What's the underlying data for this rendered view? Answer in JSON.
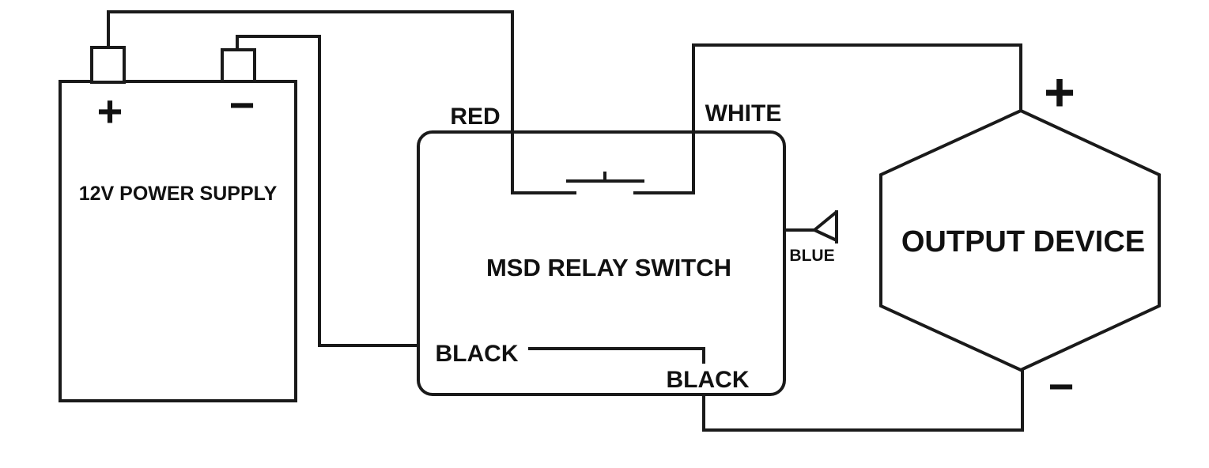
{
  "colors": {
    "ink": "#1a1a1a",
    "background": "#ffffff"
  },
  "power_supply": {
    "label": "12V POWER SUPPLY",
    "positive_symbol": "+",
    "negative_symbol": "−"
  },
  "relay": {
    "label": "MSD RELAY SWITCH",
    "wire_red": "RED",
    "wire_white": "WHITE",
    "wire_black_in": "BLACK",
    "wire_black_out": "BLACK",
    "wire_blue": "BLUE"
  },
  "output_device": {
    "label": "OUTPUT DEVICE",
    "positive_symbol": "+",
    "negative_symbol": "−"
  }
}
